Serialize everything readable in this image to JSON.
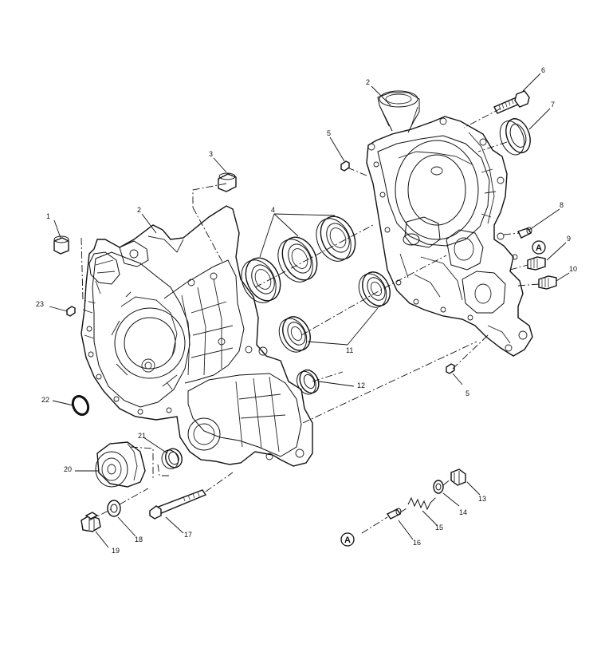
{
  "diagram": {
    "callouts": [
      {
        "id": "c1",
        "label": "1"
      },
      {
        "id": "c2a",
        "label": "2"
      },
      {
        "id": "c2b",
        "label": "2"
      },
      {
        "id": "c3",
        "label": "3"
      },
      {
        "id": "c4",
        "label": "4"
      },
      {
        "id": "c5a",
        "label": "5"
      },
      {
        "id": "c5b",
        "label": "5"
      },
      {
        "id": "c6",
        "label": "6"
      },
      {
        "id": "c7",
        "label": "7"
      },
      {
        "id": "c8",
        "label": "8"
      },
      {
        "id": "c9",
        "label": "9"
      },
      {
        "id": "c10",
        "label": "10"
      },
      {
        "id": "c11",
        "label": "11"
      },
      {
        "id": "c12",
        "label": "12"
      },
      {
        "id": "c13",
        "label": "13"
      },
      {
        "id": "c14",
        "label": "14"
      },
      {
        "id": "c15",
        "label": "15"
      },
      {
        "id": "c16",
        "label": "16"
      },
      {
        "id": "c17",
        "label": "17"
      },
      {
        "id": "c18",
        "label": "18"
      },
      {
        "id": "c19",
        "label": "19"
      },
      {
        "id": "c20",
        "label": "20"
      },
      {
        "id": "c21",
        "label": "21"
      },
      {
        "id": "c22",
        "label": "22"
      },
      {
        "id": "c23",
        "label": "23"
      }
    ],
    "reference_markers": [
      {
        "id": "mA1",
        "label": "A"
      },
      {
        "id": "mA2",
        "label": "A"
      }
    ]
  }
}
